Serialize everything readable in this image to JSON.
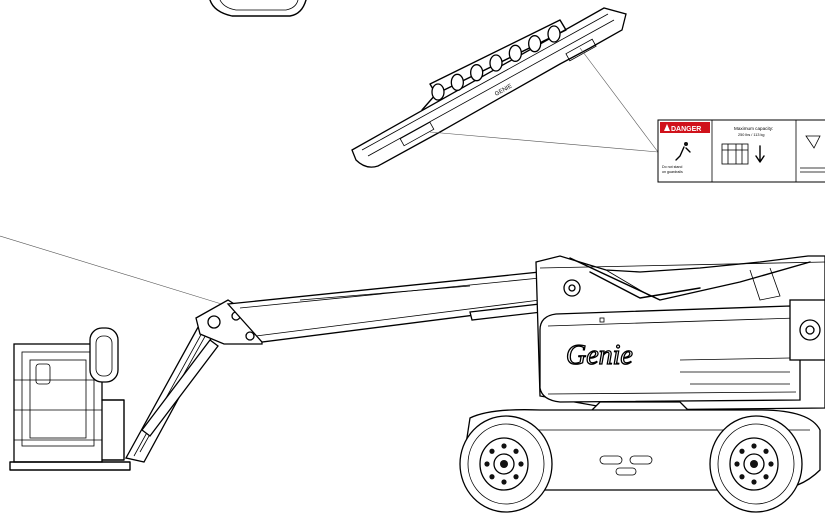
{
  "decal": {
    "danger_word": "DANGER",
    "capacity_heading": "Maximum capacity:",
    "capacity_value": "250 lbs / 113 kg",
    "warning_line_1": "Do not stand",
    "warning_line_2": "on guardrails"
  },
  "guard_rail": {
    "stamp": "GENIE",
    "hole_count": 7
  },
  "machine": {
    "brand": "Genie"
  },
  "colors": {
    "danger_red": "#d0121b",
    "line": "#000000"
  }
}
